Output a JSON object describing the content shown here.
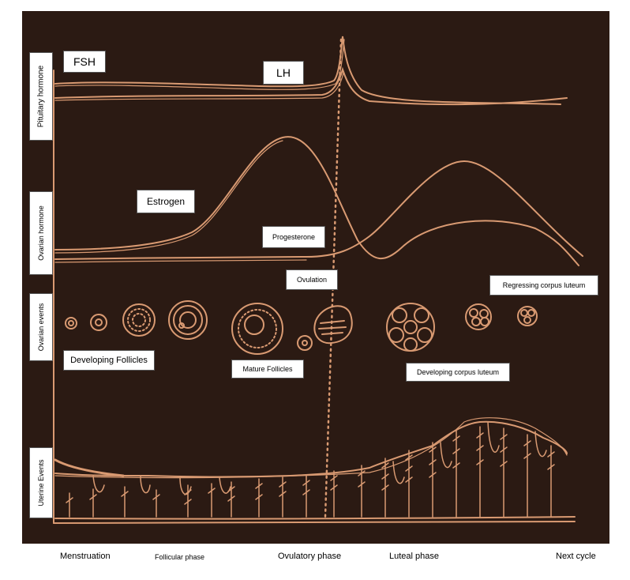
{
  "side_labels": {
    "pituitary": "Pituitary hormone",
    "ovarian_hormone": "Ovarian hormone",
    "ovarian_events": "Ovarian events",
    "uterine": "Uterine Events"
  },
  "curve_labels": {
    "fsh": "FSH",
    "lh": "LH",
    "estrogen": "Estrogen",
    "progesterone": "Progesterone",
    "ovulation": "Ovulation"
  },
  "event_labels": {
    "developing_follicles": "Developing Follicles",
    "mature_follicles": "Mature Follicles",
    "developing_corpus_luteum": "Developing corpus luteum",
    "regressing_corpus_luteum": "Regressing corpus luteum"
  },
  "phases": {
    "menstruation": "Menstruation",
    "follicular": "Follicular phase",
    "ovulatory": "Ovulatory phase",
    "luteal": "Luteal phase",
    "next": "Next cycle"
  },
  "colors": {
    "background": "#2b1a13",
    "line": "#d99a72"
  }
}
